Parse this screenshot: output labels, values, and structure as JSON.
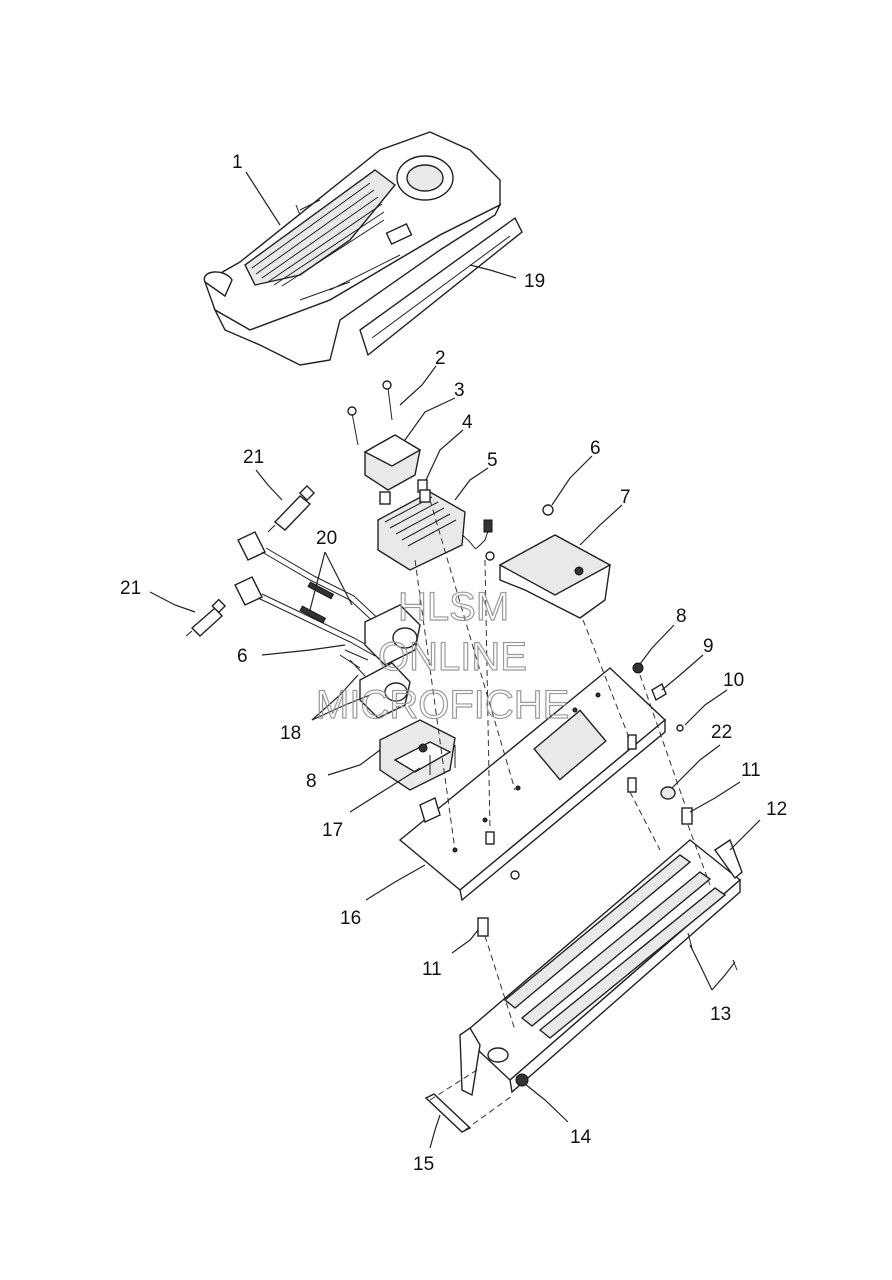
{
  "callouts": {
    "c1": "1",
    "c2": "2",
    "c3": "3",
    "c4": "4",
    "c5": "5",
    "c6a": "6",
    "c6b": "6",
    "c7": "7",
    "c8a": "8",
    "c8b": "8",
    "c9": "9",
    "c10": "10",
    "c11a": "11",
    "c11b": "11",
    "c12": "12",
    "c13": "13",
    "c14": "14",
    "c15": "15",
    "c16": "16",
    "c17": "17",
    "c18": "18",
    "c19": "19",
    "c20": "20",
    "c21a": "21",
    "c21b": "21",
    "c22": "22"
  },
  "watermark": {
    "line1": "HLSM",
    "line2": "ONLINE",
    "line3": "MICROFICHE"
  }
}
